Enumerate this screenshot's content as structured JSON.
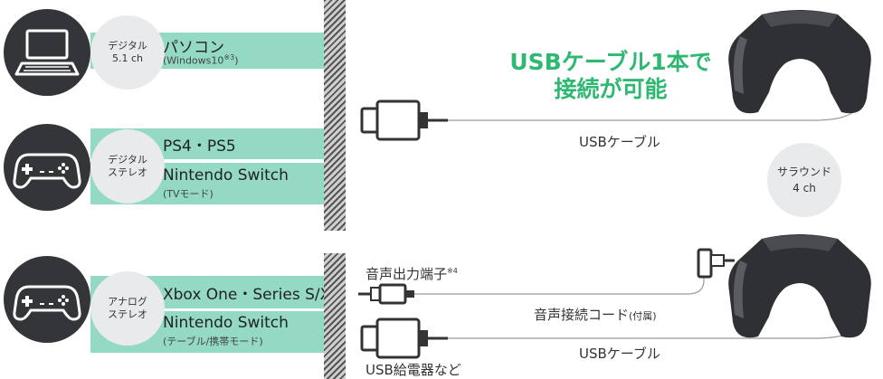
{
  "headline": {
    "line1": "USBケーブル1本で",
    "line2": "接続が可能",
    "color": "#2eb872"
  },
  "sources": [
    {
      "icon": "pc-icon",
      "badge_line1": "デジタル",
      "badge_line2": "5.1 ch",
      "items": [
        {
          "label": "パソコン",
          "sub": "(Windows10",
          "sup": "※3",
          "sub_end": ")"
        }
      ]
    },
    {
      "icon": "gamepad-icon",
      "badge_line1": "デジタル",
      "badge_line2": "ステレオ",
      "items": [
        {
          "label": "PS4・PS5"
        },
        {
          "label": "Nintendo Switch",
          "sub": "(TVモード)"
        }
      ]
    },
    {
      "icon": "gamepad-icon",
      "badge_line1": "アナログ",
      "badge_line2": "ステレオ",
      "items": [
        {
          "label": "Xbox One・Series S/X"
        },
        {
          "label": "Nintendo Switch",
          "sub": "(テーブル/携帯モード)"
        }
      ]
    }
  ],
  "connections": {
    "usb_top": "USBケーブル",
    "surround_line1": "サラウンド",
    "surround_line2": "4 ch",
    "audio_output": "音声出力端子",
    "audio_output_sup": "※4",
    "audio_cable": "音声接続コード",
    "audio_cable_note": "(付属)",
    "usb_bottom": "USBケーブル",
    "usb_charger": "USB給電器など"
  },
  "colors": {
    "band": "#93d9c4",
    "dark_circle": "#333538",
    "light_circle": "#e9eaec"
  }
}
